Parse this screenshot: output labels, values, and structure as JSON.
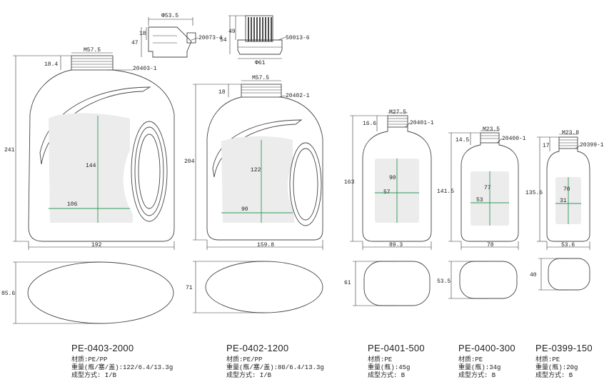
{
  "caps": [
    {
      "dia": "Φ53.5",
      "h1": "18",
      "h2": "47",
      "code": "20073-4"
    },
    {
      "dia": "Φ61",
      "h1": "49",
      "h2": "54",
      "code": "50013-6"
    }
  ],
  "bottles": [
    {
      "id": "PE-0403-2000",
      "neck": "M57.5",
      "neck_h": "18.4",
      "height": "241",
      "width": "192",
      "depth": "85.6",
      "finish": "20403-1",
      "label_h": "144",
      "label_w": "106",
      "material": "材质:PE/PP",
      "weight": "重量(瓶/塞/盖):122/6.4/13.3g",
      "mold": "成型方式: I/B"
    },
    {
      "id": "PE-0402-1200",
      "neck": "M57.5",
      "neck_h": "18",
      "height": "204",
      "width": "159.8",
      "depth": "71",
      "finish": "20402-1",
      "label_h": "122",
      "label_w": "90",
      "material": "材质:PE/PP",
      "weight": "重量(瓶/塞/盖):80/6.4/13.3g",
      "mold": "成型方式: I/B"
    },
    {
      "id": "PE-0401-500",
      "neck": "M27.5",
      "neck_h": "16.6",
      "height": "163",
      "width": "89.3",
      "depth": "61",
      "finish": "20401-1",
      "label_h": "90",
      "label_w": "57",
      "material": "材质:PE",
      "weight": "重量(瓶):45g",
      "mold": "成型方式: B"
    },
    {
      "id": "PE-0400-300",
      "neck": "M23.5",
      "neck_h": "14.5",
      "height": "141.5",
      "width": "78",
      "depth": "53.5",
      "finish": "20400-1",
      "label_h": "77",
      "label_w": "53",
      "material": "材质:PE",
      "weight": "重量(瓶):34g",
      "mold": "成型方式: B"
    },
    {
      "id": "PE-0399-150",
      "neck": "M23.8",
      "neck_h": "17",
      "height": "135.6",
      "width": "53.6",
      "depth": "40",
      "finish": "20399-1",
      "label_h": "70",
      "label_w": "31",
      "material": "材质:PE",
      "weight": "重量(瓶):20g",
      "mold": "成型方式: B"
    }
  ]
}
